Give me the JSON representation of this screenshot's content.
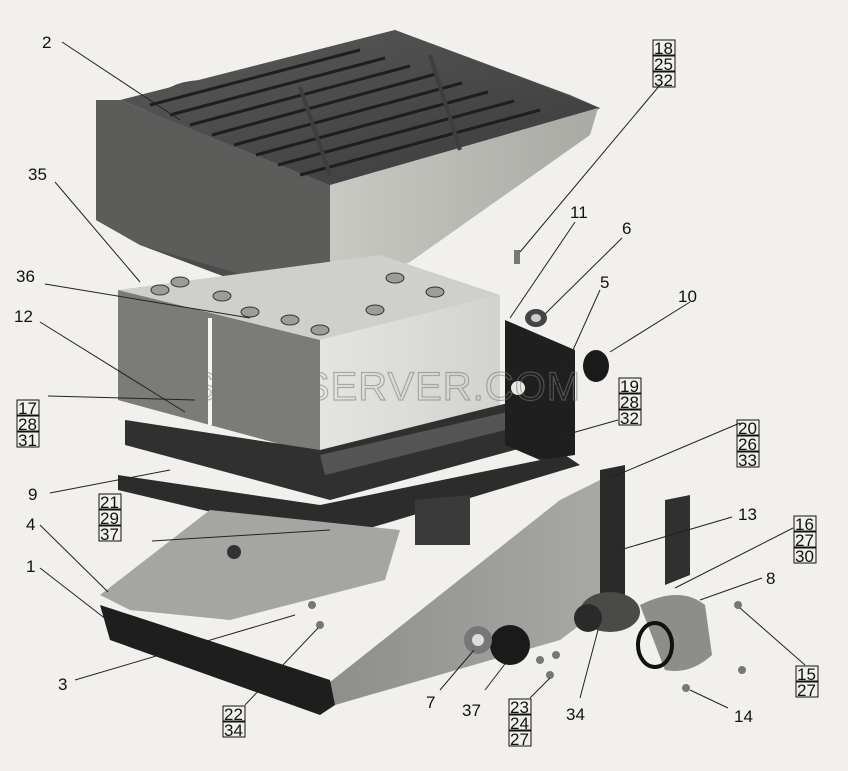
{
  "watermark": "SPECSERVER.COM",
  "callouts": [
    {
      "id": "2",
      "text": "2"
    },
    {
      "id": "18-25-32",
      "lines": [
        "18",
        "25",
        "32"
      ]
    },
    {
      "id": "35",
      "text": "35"
    },
    {
      "id": "11",
      "text": "11"
    },
    {
      "id": "6",
      "text": "6"
    },
    {
      "id": "36",
      "text": "36"
    },
    {
      "id": "5",
      "text": "5"
    },
    {
      "id": "10",
      "text": "10"
    },
    {
      "id": "12",
      "text": "12"
    },
    {
      "id": "17-28-31",
      "lines": [
        "17",
        "28",
        "31"
      ]
    },
    {
      "id": "19-28-32",
      "lines": [
        "19",
        "28",
        "32"
      ]
    },
    {
      "id": "20-26-33",
      "lines": [
        "20",
        "26",
        "33"
      ]
    },
    {
      "id": "9",
      "text": "9"
    },
    {
      "id": "21-29-37",
      "lines": [
        "21",
        "29",
        "37"
      ]
    },
    {
      "id": "13",
      "text": "13"
    },
    {
      "id": "16-27-30",
      "lines": [
        "16",
        "27",
        "30"
      ]
    },
    {
      "id": "4",
      "text": "4"
    },
    {
      "id": "1",
      "text": "1"
    },
    {
      "id": "8",
      "text": "8"
    },
    {
      "id": "3",
      "text": "3"
    },
    {
      "id": "15-27",
      "lines": [
        "15",
        "27"
      ]
    },
    {
      "id": "22-34",
      "lines": [
        "22",
        "34"
      ]
    },
    {
      "id": "7",
      "text": "7"
    },
    {
      "id": "37",
      "text": "37"
    },
    {
      "id": "23-24-27",
      "lines": [
        "23",
        "24",
        "27"
      ]
    },
    {
      "id": "34",
      "text": "34"
    },
    {
      "id": "14",
      "text": "14"
    }
  ]
}
